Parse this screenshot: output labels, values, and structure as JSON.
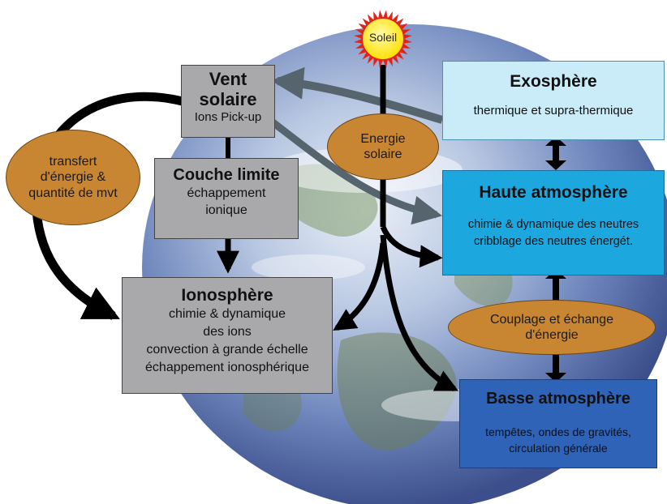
{
  "sun": {
    "label": "Soleil"
  },
  "vent": {
    "title_line1": "Vent",
    "title_line2": "solaire",
    "subtitle": "Ions Pick-up"
  },
  "couche": {
    "title": "Couche limite",
    "line1": "échappement",
    "line2": "ionique"
  },
  "iono": {
    "title": "Ionosphère",
    "line1": "chimie & dynamique",
    "line2": "des ions",
    "line3": "convection à grande échelle",
    "line4": "échappement ionosphérique"
  },
  "exo": {
    "title": "Exosphère",
    "subtitle": "thermique et supra-thermique"
  },
  "haute": {
    "title": "Haute atmosphère",
    "line1": "chimie & dynamique des neutres",
    "line2": "cribblage des neutres énergét."
  },
  "basse": {
    "title": "Basse atmosphère",
    "line1": "tempêtes, ondes de gravités,",
    "line2": "circulation générale"
  },
  "transfert": {
    "line1": "transfert",
    "line2": "d'énergie &",
    "line3": "quantité de mvt"
  },
  "energie": {
    "line1": "Energie",
    "line2": "solaire"
  },
  "couplage": {
    "line1": "Couplage et échange",
    "line2": "d'énergie"
  },
  "colors": {
    "grey_box": "#a9a9ab",
    "exosphere": "#c9ecf8",
    "haute_atmosphere": "#1ca7df",
    "basse_atmosphere": "#2f63b8",
    "oval": "#c98632",
    "sun": "#ffe600",
    "sun_rays": "#e2231a",
    "arrow_black": "#000000",
    "arrow_grey": "#5a6a72"
  }
}
